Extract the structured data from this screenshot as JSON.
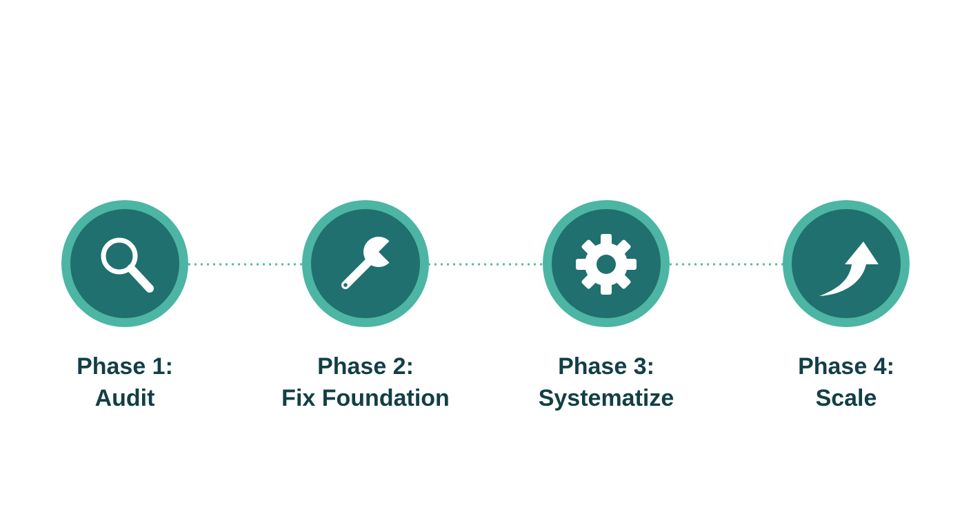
{
  "colors": {
    "outer_ring": "#4cb5a3",
    "inner_circle": "#20706f",
    "icon": "#ffffff",
    "connector_dots": "#5ab9a8",
    "text": "#123f45",
    "background": "#ffffff"
  },
  "phases": [
    {
      "title": "Phase 1:",
      "name": "Audit",
      "icon": "magnifying-glass-icon"
    },
    {
      "title": "Phase 2:",
      "name": "Fix Foundation",
      "icon": "wrench-icon"
    },
    {
      "title": "Phase 3:",
      "name": "Systematize",
      "icon": "gear-icon"
    },
    {
      "title": "Phase 4:",
      "name": "Scale",
      "icon": "curved-up-arrow-icon"
    }
  ]
}
